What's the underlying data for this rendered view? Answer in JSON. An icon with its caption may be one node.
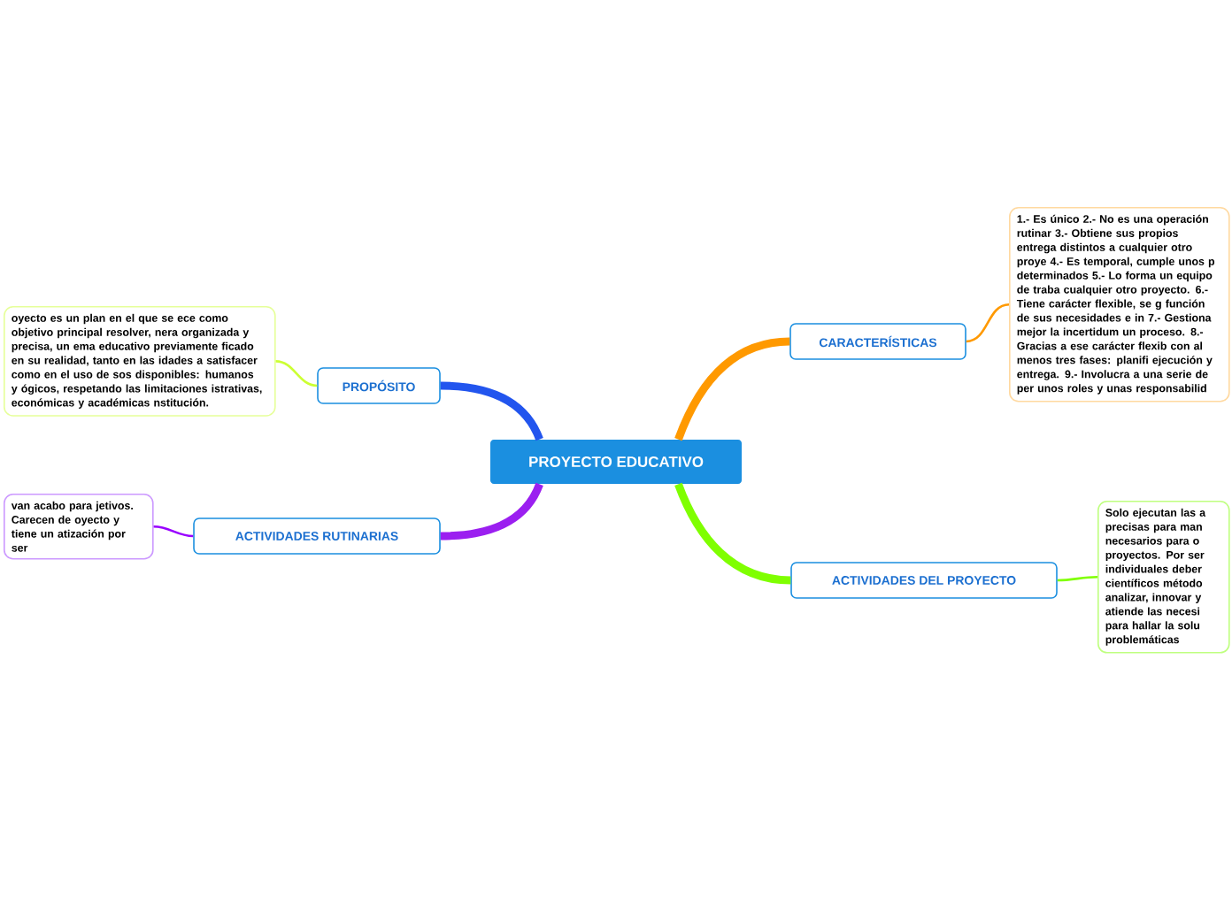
{
  "diagram": {
    "nodes": [
      {
        "text": [
          "PROYECTO EDUCATIVO"
        ]
      },
      {
        "text": [
          "PROPÓSITO"
        ]
      },
      {
        "text": [
          "oyecto es un plan en el que se ece como objetivo principal resolver, nera organizada y precisa, un ema educativo previamente ficado en su realidad, tanto en las idades a satisfacer como en el uso de sos disponibles: humanos y ógicos, respetando las limitaciones istrativas, económicas y académicas nstitución."
        ]
      },
      {
        "text": [
          "ACTIVIDADES RUTINARIAS"
        ]
      },
      {
        "text": [
          "van acabo para jetivos. Carecen de oyecto y tiene un atización por ser"
        ]
      },
      {
        "text": [
          "CARACTERÍSTICAS"
        ]
      },
      {
        "text": [
          "1.- Es único 2.- No es una operación rutinar 3.- Obtiene sus propios entrega distintos a cualquier otro proye 4.- Es temporal, cumple unos p determinados 5.- Lo forma un equipo de traba cualquier otro proyecto. 6.- Tiene carácter flexible, se g función de sus necesidades e in 7.- Gestiona mejor la incertidum un proceso. 8.- Gracias a ese carácter flexib con al menos tres fases: planifi ejecución y entrega. 9.- Involucra a una serie de per unos roles y unas responsabilid"
        ]
      },
      {
        "text": [
          "ACTIVIDADES DEL PROYECTO"
        ]
      },
      {
        "text": [
          "Solo ejecutan las a precisas para man necesarios para o proyectos. Por ser individuales deber científicos método analizar, innovar y atiende las necesi para hallar la solu problemáticas"
        ]
      }
    ],
    "edges": [
      {
        "from": 0,
        "to": 1,
        "arrow": "none",
        "style": "thick",
        "color": "#2255ee"
      },
      {
        "from": 0,
        "to": 3,
        "arrow": "none",
        "style": "thick",
        "color": "#9b1ff0"
      },
      {
        "from": 0,
        "to": 5,
        "arrow": "none",
        "style": "thick",
        "color": "#ff9900"
      },
      {
        "from": 0,
        "to": 7,
        "arrow": "none",
        "style": "thick",
        "color": "#7fff00"
      },
      {
        "from": 1,
        "to": 2,
        "arrow": "none",
        "color": "#ccff33"
      },
      {
        "from": 3,
        "to": 4,
        "arrow": "none",
        "color": "#9900ff"
      },
      {
        "from": 5,
        "to": 6,
        "arrow": "none",
        "color": "#ff9900"
      },
      {
        "from": 7,
        "to": 8,
        "arrow": "none",
        "color": "#80ff00"
      }
    ]
  }
}
